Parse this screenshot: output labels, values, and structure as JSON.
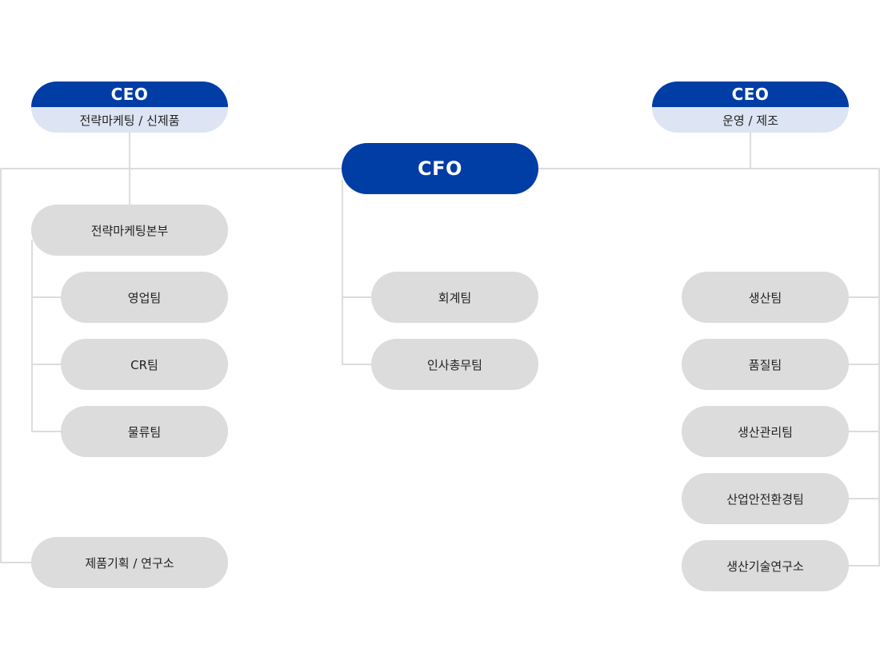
{
  "left_exec": {
    "title": "CEO",
    "subtitle": "전략마케팅 / 신제품"
  },
  "right_exec": {
    "title": "CEO",
    "subtitle": "운영 / 제조"
  },
  "center_exec": {
    "title": "CFO"
  },
  "left_division": "전략마케팅본부",
  "left_teams": [
    "영업팀",
    "CR팀",
    "물류팀"
  ],
  "left_bottom": "제품기획 / 연구소",
  "center_teams": [
    "회계팀",
    "인사총무팀"
  ],
  "right_teams": [
    "생산팀",
    "품질팀",
    "생산관리팀",
    "산업안전환경팀",
    "생산기술연구소"
  ],
  "colors": {
    "primary": "#003da5",
    "sub": "#dde4f3",
    "node": "#dcdcdc",
    "line": "#dcdcdc"
  }
}
